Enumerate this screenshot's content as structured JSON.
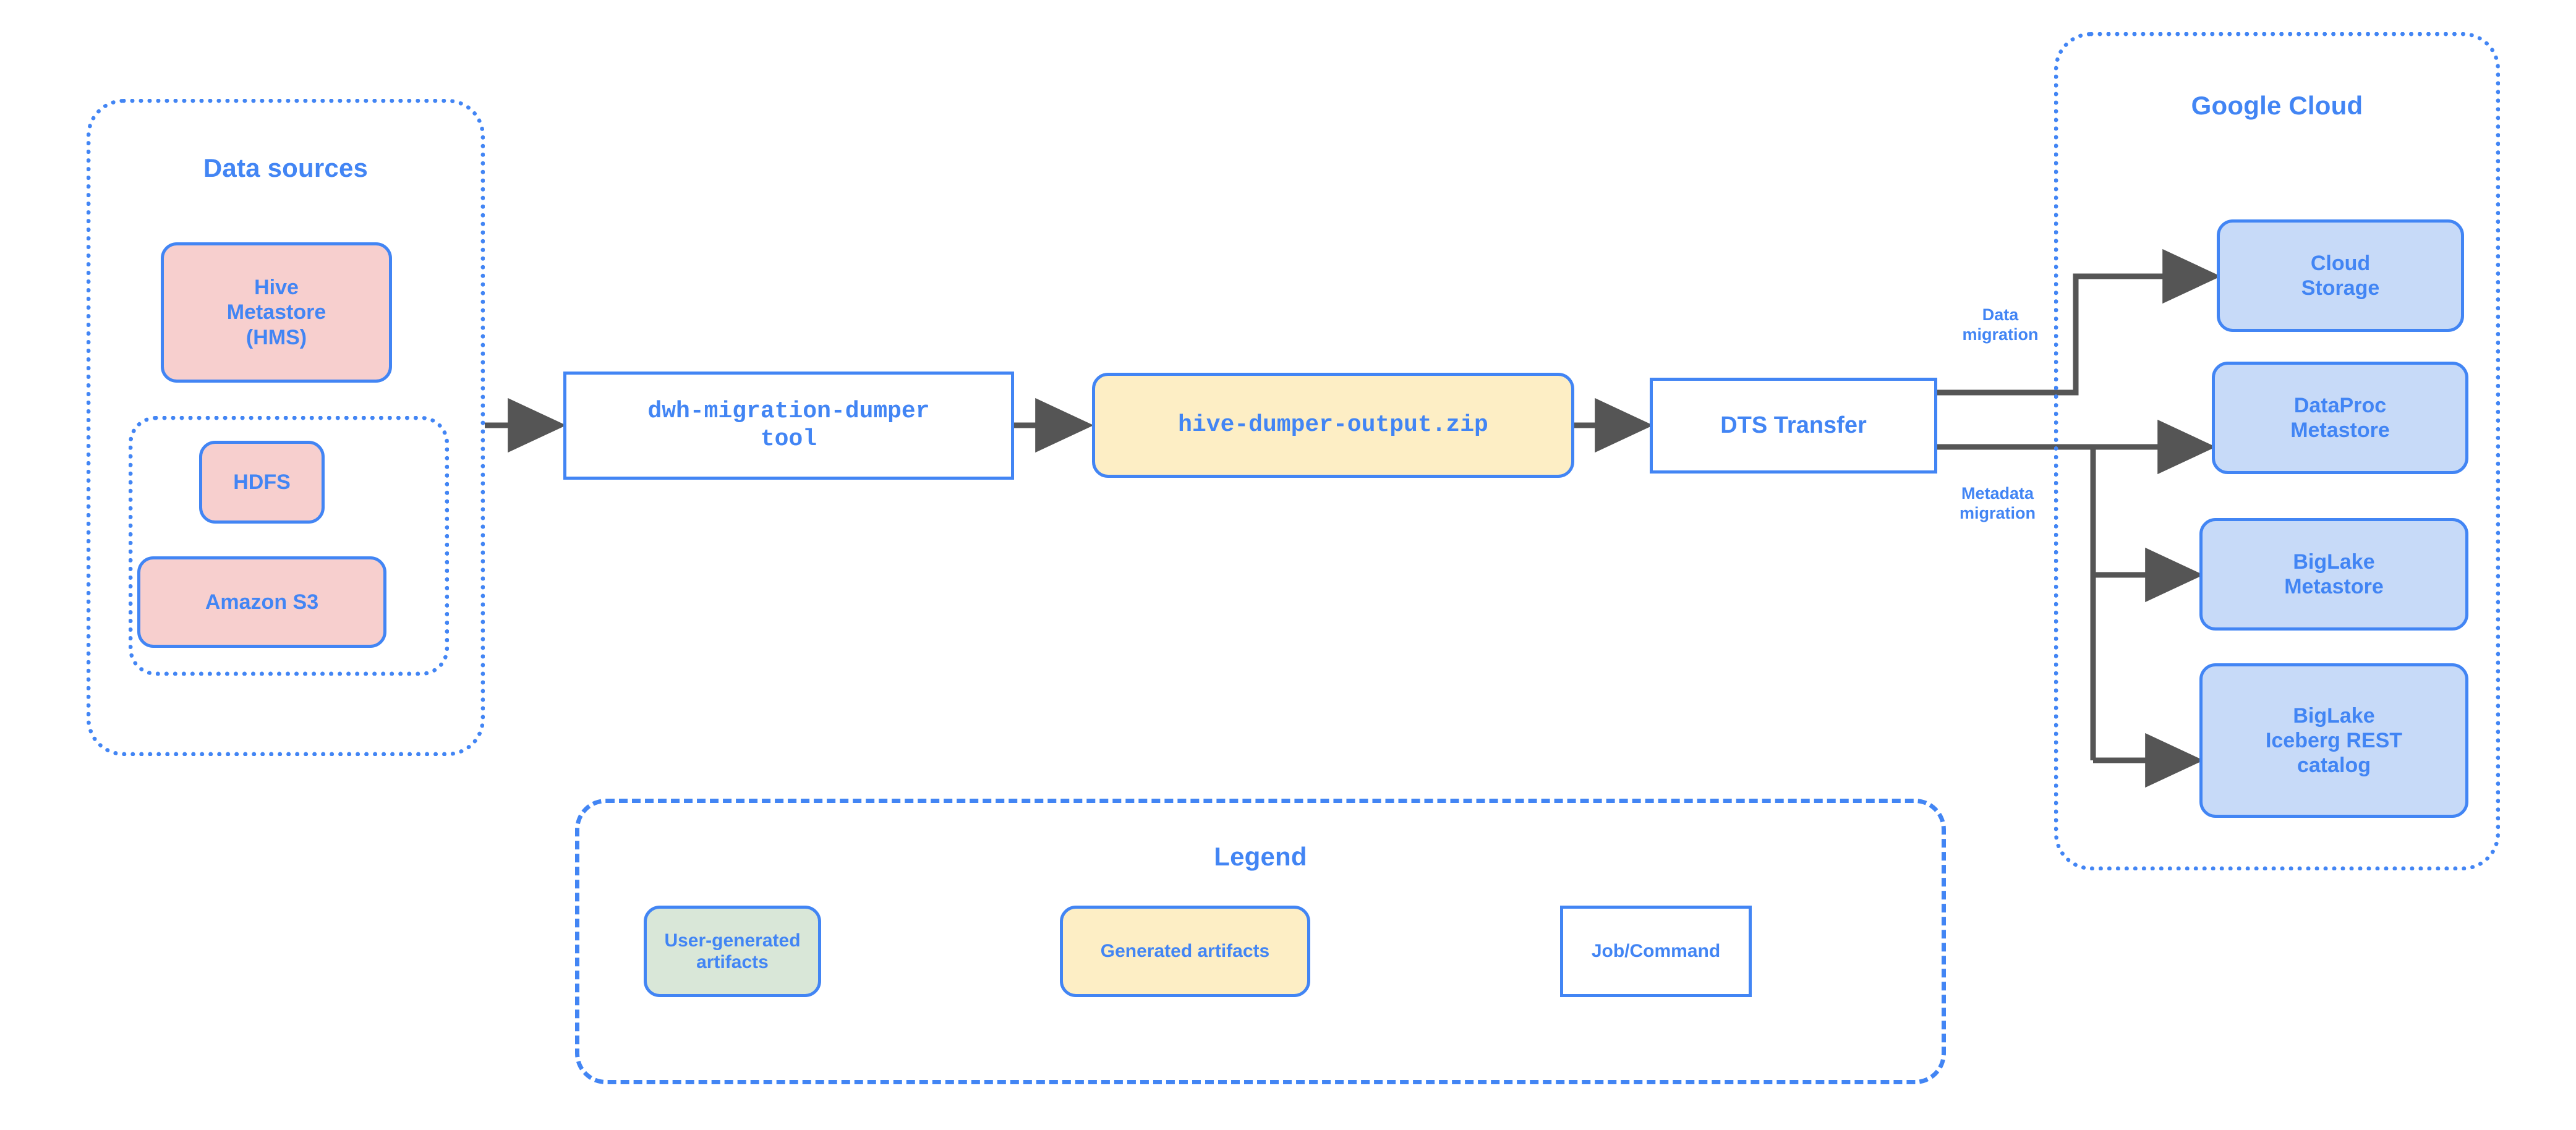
{
  "diagram": {
    "title_hidden": "",
    "accent_color": "#4285f4",
    "arrow_color": "#555555"
  },
  "groups": {
    "data_sources": {
      "title": "Data sources"
    },
    "storage_subgroup": {
      "title": ""
    },
    "google_cloud": {
      "title": "Google Cloud"
    },
    "legend": {
      "title": "Legend"
    }
  },
  "sources": {
    "hive_metastore": {
      "line1": "Hive",
      "line2": "Metastore",
      "line3": "(HMS)",
      "fill": "#f7cfce"
    },
    "hdfs": {
      "label": "HDFS",
      "fill": "#f7cfce"
    },
    "amazon_s3": {
      "label": "Amazon S3",
      "fill": "#f7cfce"
    }
  },
  "pipeline": {
    "dumper_tool": {
      "line1": "dwh-migration-dumper",
      "line2": "tool",
      "fill": "#ffffff"
    },
    "dumper_output": {
      "label": "hive-dumper-output.zip",
      "fill": "#fdeec5"
    },
    "dts_transfer": {
      "label": "DTS Transfer",
      "fill": "#ffffff"
    }
  },
  "edge_labels": {
    "data_migration": {
      "line1": "Data",
      "line2": "migration"
    },
    "metadata_migration": {
      "line1": "Metadata",
      "line2": "migration"
    }
  },
  "targets": {
    "cloud_storage": {
      "line1": "Cloud",
      "line2": "Storage",
      "fill": "#c7daf8"
    },
    "dataproc_metastore": {
      "line1": "DataProc",
      "line2": "Metastore",
      "fill": "#c7daf8"
    },
    "biglake_metastore": {
      "line1": "BigLake",
      "line2": "Metastore",
      "fill": "#c7daf8"
    },
    "biglake_iceberg_rest": {
      "line1": "BigLake",
      "line2": "Iceberg REST",
      "line3": "catalog",
      "fill": "#c7daf8"
    }
  },
  "legend_items": [
    {
      "line1": "User-generated",
      "line2": "artifacts",
      "fill": "#d9e7d8"
    },
    {
      "line1": "Generated artifacts",
      "line2": "",
      "fill": "#fdeec5"
    },
    {
      "line1": "Job/Command",
      "line2": "",
      "fill": "#ffffff"
    }
  ]
}
